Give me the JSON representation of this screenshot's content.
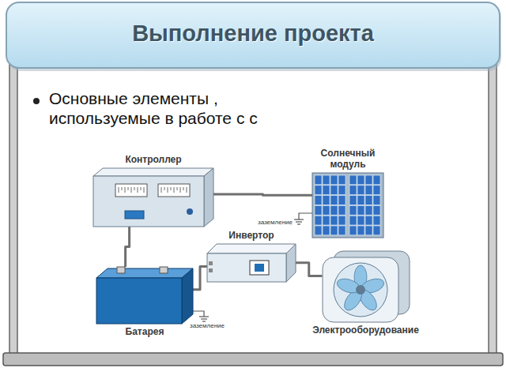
{
  "diagram": {
    "title": "Выполнение проекта",
    "nodes": [
      {
        "text": [
          "Контроллер"
        ]
      },
      {
        "text": [
          "Солнечный модуль"
        ]
      },
      {
        "text": [
          "Инвертор"
        ]
      },
      {
        "text": [
          "Батарея"
        ]
      },
      {
        "text": [
          "Электрооборудование"
        ]
      }
    ],
    "edges": [
      {
        "from": 0,
        "to": 1,
        "arrow": "none"
      },
      {
        "from": 0,
        "to": 3,
        "arrow": "none"
      },
      {
        "from": 3,
        "to": 2,
        "arrow": "none"
      },
      {
        "from": 2,
        "to": 4,
        "arrow": "none"
      }
    ],
    "labels": [
      "Основные элементы , используемые в работе с с",
      "заземление",
      "заземление"
    ]
  }
}
